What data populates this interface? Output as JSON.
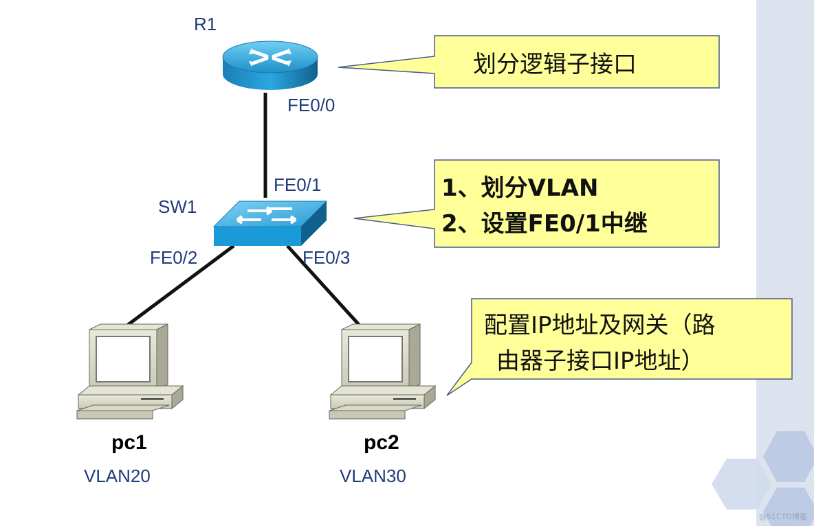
{
  "devices": {
    "router": {
      "name": "R1",
      "port": "FE0/0"
    },
    "switch": {
      "name": "SW1",
      "port_up": "FE0/1",
      "port_left": "FE0/2",
      "port_right": "FE0/3"
    },
    "pc1": {
      "name": "pc1",
      "vlan": "VLAN20"
    },
    "pc2": {
      "name": "pc2",
      "vlan": "VLAN30"
    }
  },
  "callouts": {
    "router_note": "划分逻辑子接口",
    "switch_note": [
      "1、划分VLAN",
      "2、设置FE0/1中继"
    ],
    "pc_note": [
      "配置IP地址及网关（路",
      "由器子接口IP地址）"
    ]
  },
  "watermark": "@51CTO博客",
  "colors": {
    "callout_fill": "#ffff99",
    "label_blue": "#1f3b7a",
    "device_blue": "#1aa0d8",
    "side_panel": "#dde3ee",
    "hex_fill": "#b9c8e2"
  }
}
